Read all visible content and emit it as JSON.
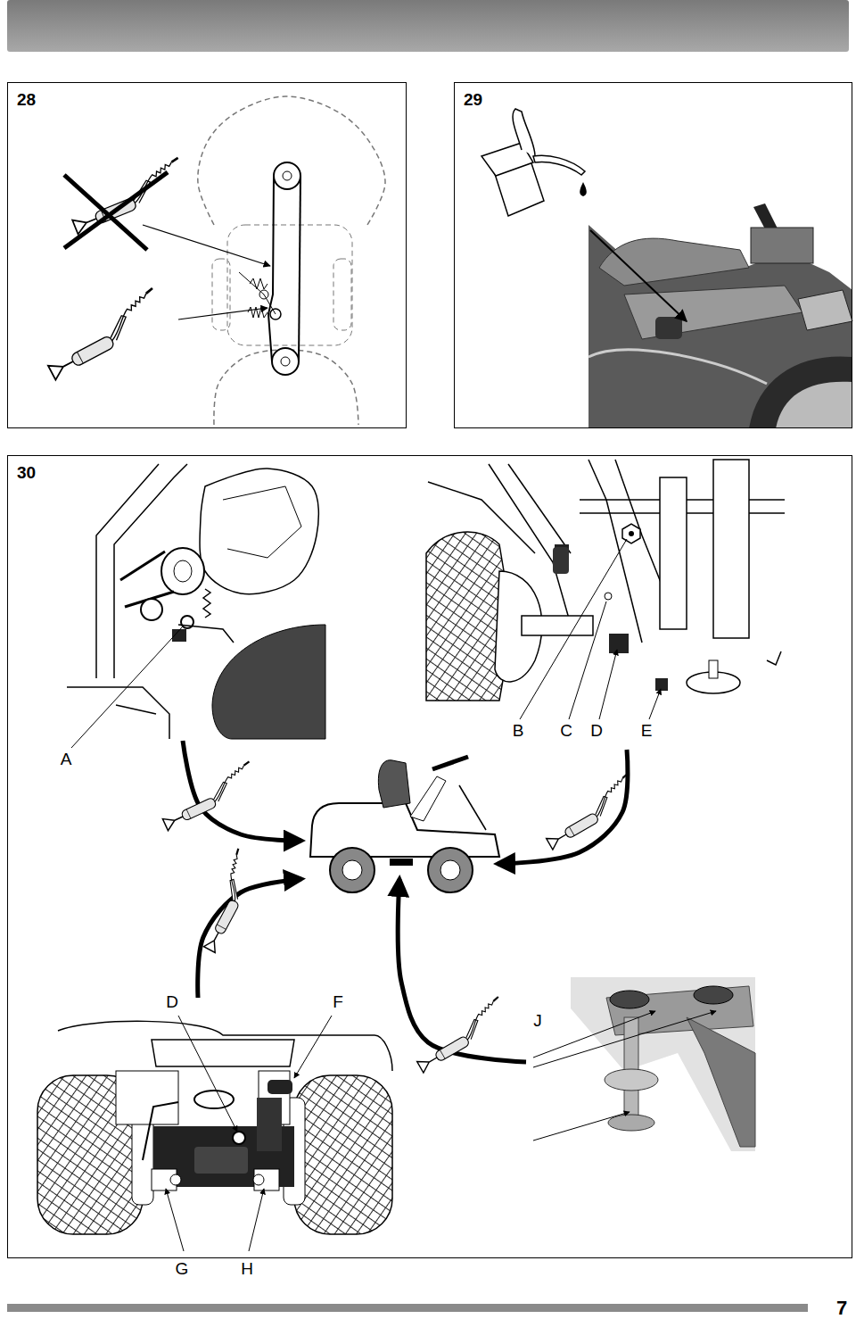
{
  "diagram": {
    "nodes": [
      {
        "text": [
          "28"
        ]
      },
      {
        "text": [
          "29"
        ]
      },
      {
        "text": [
          "30"
        ]
      }
    ],
    "edges": [],
    "labels": [
      "B",
      "C",
      "D",
      "E",
      "A",
      "D",
      "F",
      "J",
      "G",
      "H",
      "7"
    ]
  }
}
